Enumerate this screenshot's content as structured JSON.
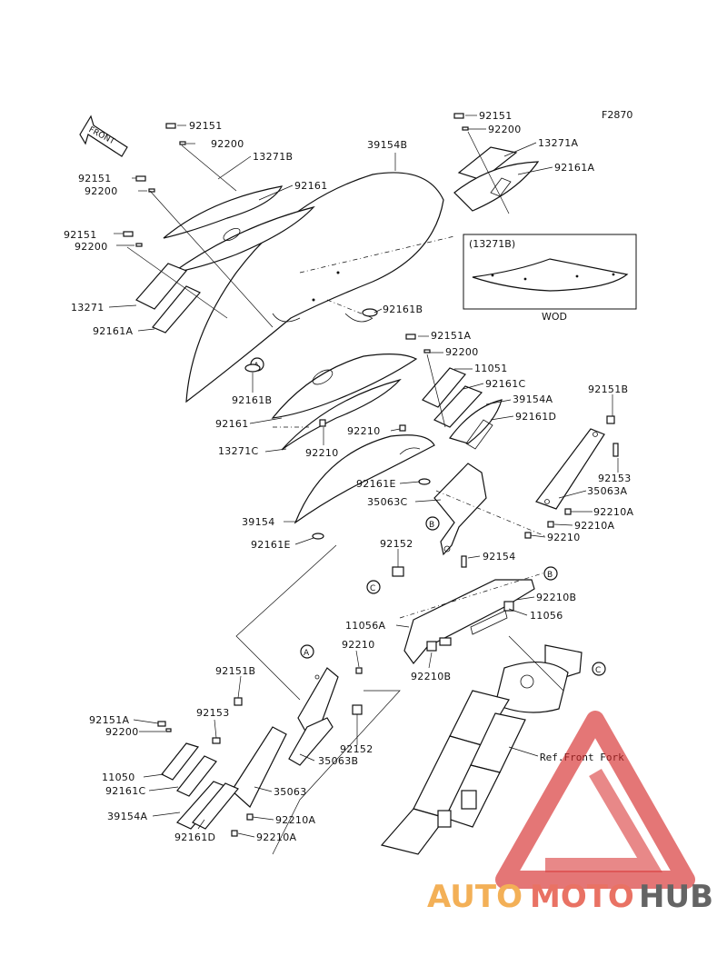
{
  "figure_id": "F2870",
  "front_arrow": "FRONT",
  "inset": {
    "title": "(13271B)",
    "caption": "WOD"
  },
  "ref_note": "Ref.Front Fork",
  "circles": {
    "A": "A",
    "B": "B",
    "C": "C"
  },
  "watermark": {
    "auto": "AUTO",
    "moto": "MOTO",
    "hub": "HUB"
  },
  "colors": {
    "line": "#111111",
    "wm_red": "#d62828",
    "wm_orange": "#f2a33a",
    "wm_gray": "#4a4a4a"
  },
  "labels": {
    "l92151_top": "92151",
    "l92200_top": "92200",
    "l13271B": "13271B",
    "l39154B": "39154B",
    "l92151_left1": "92151",
    "l92200_left1": "92200",
    "l92161": "92161",
    "l92151_left2": "92151",
    "l92200_left2": "92200",
    "l13271": "13271",
    "l92161A_left": "92161A",
    "l92161B_a": "92161B",
    "l92161B_b": "92161B",
    "l92151_r": "92151",
    "l92200_r": "92200",
    "l13271A": "13271A",
    "l92161A_r": "92161A",
    "l92151A_mid": "92151A",
    "l92200_mid": "92200",
    "l11051": "11051",
    "l92161C_mid": "92161C",
    "l39154A_mid": "39154A",
    "l92161D_mid": "92161D",
    "l92161_mid": "92161",
    "l13271C": "13271C",
    "l92210_a": "92210",
    "l92210_b": "92210",
    "l92161E_a": "92161E",
    "l35063C": "35063C",
    "l39154": "39154",
    "l92161E_b": "92161E",
    "l92151B_r": "92151B",
    "l92153_r": "92153",
    "l35063A": "35063A",
    "l92210A_a": "92210A",
    "l92210A_b": "92210A",
    "l92210_c": "92210",
    "l92152_a": "92152",
    "l92154": "92154",
    "l92210B_a": "92210B",
    "l11056A": "11056A",
    "l11056": "11056",
    "l92210_d": "92210",
    "l92210B_b": "92210B",
    "l92151B_l": "92151B",
    "l92151A_l": "92151A",
    "l92200_l": "92200",
    "l92153_l": "92153",
    "l92152_b": "92152",
    "l35063B": "35063B",
    "l11050": "11050",
    "l92161C_l": "92161C",
    "l35063": "35063",
    "l39154A_l": "39154A",
    "l92210A_c": "92210A",
    "l92161D_l": "92161D",
    "l92210A_d": "92210A"
  }
}
